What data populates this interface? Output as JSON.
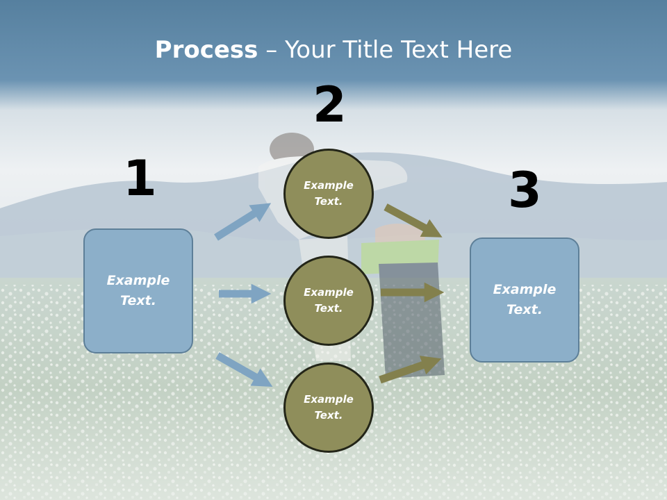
{
  "slide": {
    "title_bold": "Process",
    "title_separator": " – ",
    "title_rest": "Your Title Text Here"
  },
  "steps": [
    {
      "number": "1"
    },
    {
      "number": "2"
    },
    {
      "number": "3"
    }
  ],
  "left_box": {
    "text_line1": "Example",
    "text_line2": "Text."
  },
  "right_box": {
    "text_line1": "Example",
    "text_line2": "Text."
  },
  "circles": [
    {
      "text_line1": "Example",
      "text_line2": "Text."
    },
    {
      "text_line1": "Example",
      "text_line2": "Text."
    },
    {
      "text_line1": "Example",
      "text_line2": "Text."
    }
  ],
  "colors": {
    "box_fill": "#8cafc9",
    "circle_fill": "#8f8e5b",
    "blue_arrow": "#7fa4c2",
    "olive_arrow": "#83804d"
  }
}
